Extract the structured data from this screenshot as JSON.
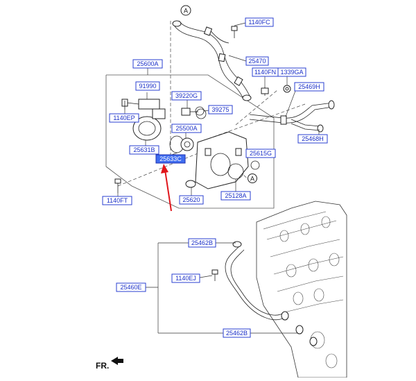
{
  "labels": {
    "p1140FC": "1140FC",
    "p25470": "25470",
    "p25600A": "25600A",
    "p1140FN": "1140FN",
    "p1339GA": "1339GA",
    "p91990": "91990",
    "p39220G": "39220G",
    "p25469H": "25469H",
    "p39275": "39275",
    "p1140EP": "1140EP",
    "p25500A": "25500A",
    "p25468H": "25468H",
    "p25631B": "25631B",
    "p25633C": "25633C",
    "p25615G": "25615G",
    "p1140FT": "1140FT",
    "p25620": "25620",
    "p25128A": "25128A",
    "p25462B_top": "25462B",
    "p1140EJ": "1140EJ",
    "p25460E": "25460E",
    "p25462B_bottom": "25462B"
  },
  "markers": {
    "ref_top": "A",
    "ref_housing": "A"
  },
  "direction_label": "FR.",
  "colors": {
    "label_text": "#1a2fc8",
    "label_border": "#2a3fd0",
    "highlight_fill": "#3f6df0",
    "arrow": "#e0151b"
  }
}
